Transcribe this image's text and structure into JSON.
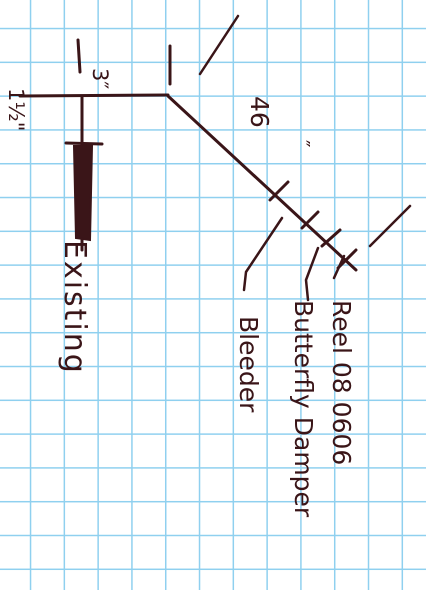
{
  "labels": {
    "existing": "Existing",
    "left_dimension": "1½\"",
    "top_dimension": "3″",
    "diagonal_dimension": "46",
    "diagonal_marks": "″",
    "reel": "Reel 08 0606",
    "damper": "Butterfly Damper",
    "bleeder": "Bleeder"
  },
  "colors": {
    "ink": "#3a1518",
    "grid": "#8fd0ef",
    "paper": "#ffffff"
  }
}
